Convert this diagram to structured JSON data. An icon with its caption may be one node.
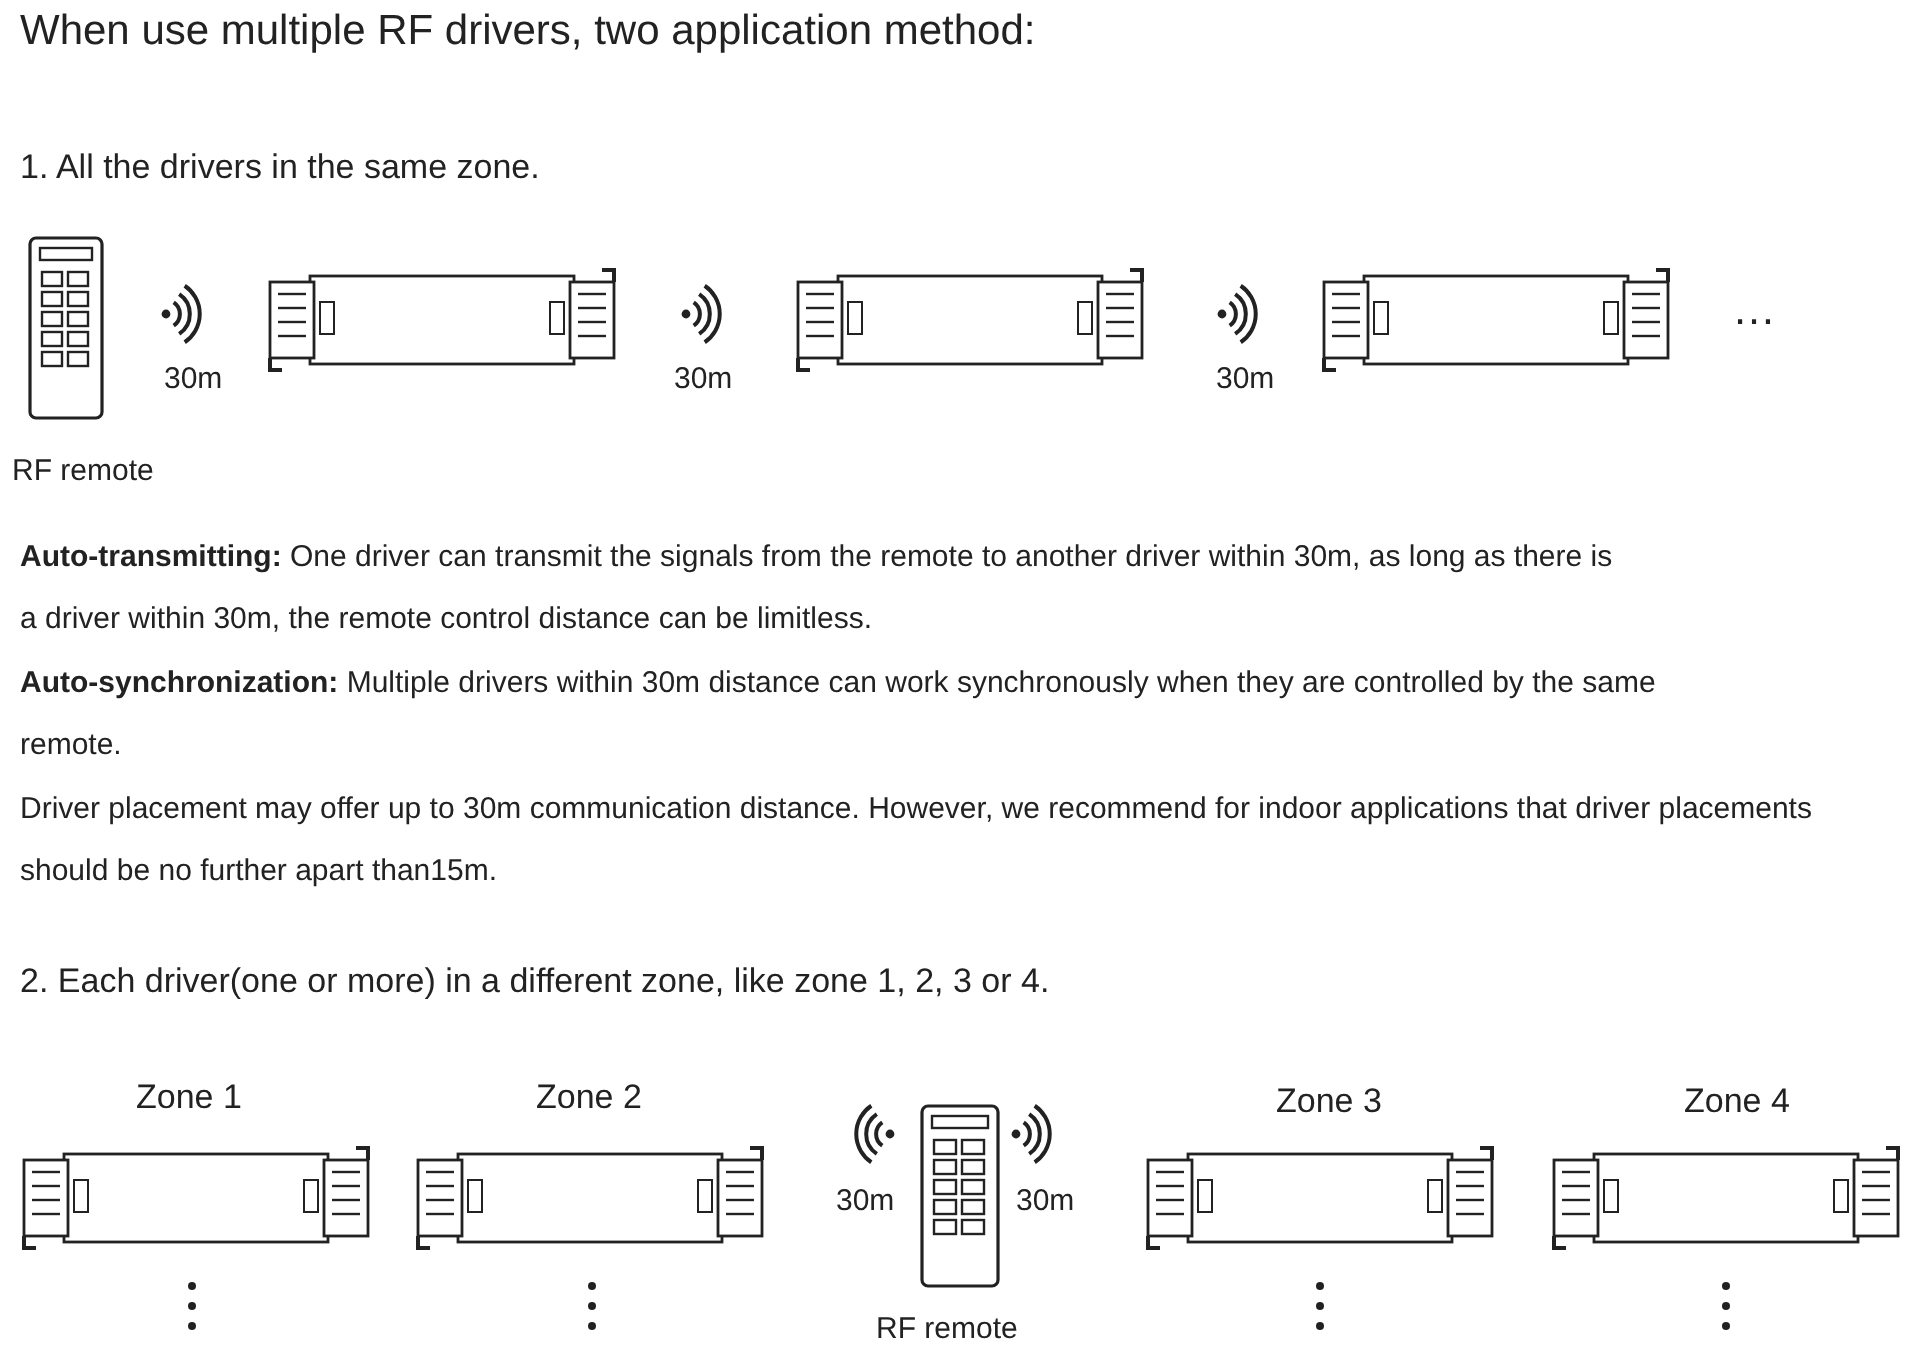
{
  "diagram": {
    "title": "When use multiple RF drivers, two application method:",
    "labels": [
      "1. All the drivers in the same zone.",
      "30m",
      "30m",
      "30m",
      "…",
      "RF remote",
      "**Auto-transmitting:** One driver can transmit the signals from the remote to another driver within 30m, as long as there is a driver within 30m, the remote control distance can be limitless.",
      "**Auto-synchronization:** Multiple drivers within 30m distance can work synchronously when they are controlled by the same remote.",
      "Driver placement may offer up to 30m communication distance. However, we recommend for indoor applications that driver placements should be no further apart than15m.",
      "2. Each driver(one or more) in a different zone, like zone 1, 2, 3 or 4.",
      "Zone 1",
      "Zone 2",
      "Zone 3",
      "Zone 4",
      "30m",
      "30m",
      "RF remote"
    ]
  }
}
